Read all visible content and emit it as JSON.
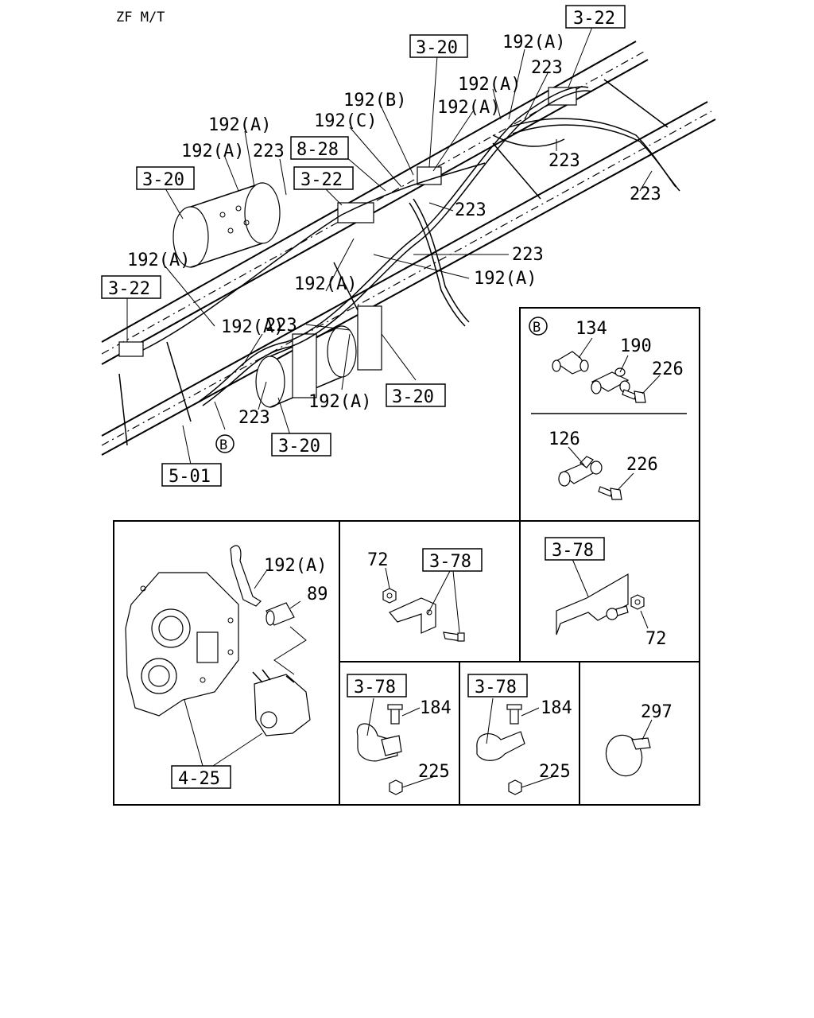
{
  "header": {
    "title": "ZF M/T"
  },
  "main_view": {
    "refs": {
      "r_3_22_top": "3-22",
      "r_3_20_top": "3-20",
      "r_8_28": "8-28",
      "r_3_22_mid": "3-22",
      "r_3_20_left": "3-20",
      "r_3_22_left": "3-22",
      "r_3_20_right": "3-20",
      "r_3_20_bottom": "3-20",
      "r_5_01": "5-01"
    },
    "labels": {
      "l1": "192(A)",
      "l2": "223",
      "l3": "192(A)",
      "l4": "192(A)",
      "l5": "192(B)",
      "l6": "192(C)",
      "l7": "192(A)",
      "l8": "192(A)",
      "l9": "223",
      "l10": "223",
      "l11": "223",
      "l12": "223",
      "l13": "192(A)",
      "l14": "192(A)",
      "l15": "192(A)",
      "l16": "223",
      "l17": "192(A)",
      "l18": "223",
      "l19": "192(A)",
      "l20": "223"
    },
    "detail_marker": "B"
  },
  "detail_b": {
    "marker": "B",
    "labels": {
      "a": "134",
      "b": "190",
      "c": "226",
      "d": "126",
      "e": "226"
    }
  },
  "panel_gearbox": {
    "l1": "192(A)",
    "l2": "89",
    "ref": "4-25"
  },
  "panel_bracket1": {
    "l1": "72",
    "ref": "3-78"
  },
  "panel_bracket2": {
    "l1": "72",
    "ref": "3-78"
  },
  "panel_clamp1": {
    "ref": "3-78",
    "l1": "184",
    "l2": "225"
  },
  "panel_clamp2": {
    "ref": "3-78",
    "l1": "184",
    "l2": "225"
  },
  "panel_tie": {
    "l1": "297"
  }
}
